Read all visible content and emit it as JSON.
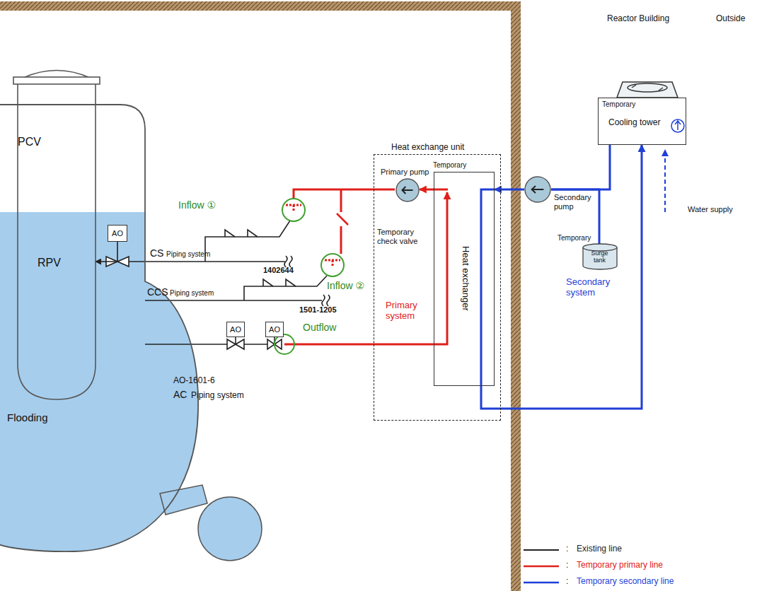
{
  "diagram": {
    "nodes": [
      {
        "text": [
          "PCV",
          "Flooding"
        ]
      },
      {
        "text": [
          "RPV"
        ],
        "in": 0
      },
      {
        "text": [
          "AO"
        ],
        "in": 0
      },
      {
        "text": [
          "Heat exchange unit"
        ]
      },
      {
        "text": [
          "Primary pump"
        ],
        "in": 3
      },
      {
        "text": [
          "Heat exchanger"
        ],
        "in": 3
      },
      {
        "text": [
          "AO"
        ]
      },
      {
        "text": [
          "AO"
        ]
      },
      {
        "text": [
          "Temporary",
          "Cooling tower"
        ]
      },
      {
        "text": [
          "Secondary pump"
        ]
      },
      {
        "text": [
          "Surge tank"
        ]
      }
    ],
    "edges": [
      {
        "from": 5,
        "to": 4,
        "arrow": "to"
      },
      {
        "from": 9,
        "to": 5,
        "arrow": "to"
      },
      {
        "from": 5,
        "to": 8,
        "arrow": "to"
      },
      {
        "from": 8,
        "to": 9,
        "arrow": "none"
      },
      {
        "from": 10,
        "to": 9,
        "arrow": "none"
      },
      {
        "from": 2,
        "to": 1,
        "arrow": "to"
      }
    ],
    "labels": [
      "Reactor Building",
      "Outside",
      "CS",
      "Piping system",
      "1402644",
      "Inflow ①",
      "Inflow ②",
      "CCS",
      "Piping system",
      "1501-1205",
      "Outflow",
      "AO-1601-6",
      "AC",
      "Piping system",
      "Temporary check valve",
      "Temporary",
      "Primary system",
      "Temporary",
      "Secondary system",
      "Water supply",
      ":",
      ":",
      ":"
    ],
    "legend": [
      {
        "text": "Existing line"
      },
      {
        "text": "Temporary primary line"
      },
      {
        "text": "Temporary secondary line"
      }
    ]
  }
}
